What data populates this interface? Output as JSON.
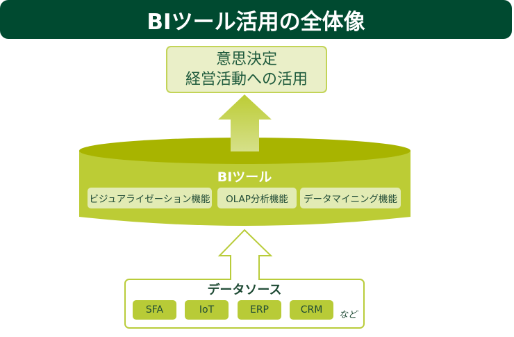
{
  "header": {
    "title": "BIツール活用の全体像"
  },
  "goal": {
    "lines": [
      "意思決定",
      "経営活動への活用"
    ]
  },
  "bi_tool": {
    "label": "BIツール",
    "features": [
      "ビジュアライゼーション機能",
      "OLAP分析機能",
      "データマイニング機能"
    ]
  },
  "data_source": {
    "title": "データソース",
    "items": [
      "SFA",
      "IoT",
      "ERP",
      "CRM"
    ],
    "etc_label": "など"
  },
  "colors": {
    "header_bg": "#004a30",
    "cylinder_top": "#a8b400",
    "cylinder_body": "#bccc35",
    "chip_light": "#e2ebb4",
    "chip_green": "#b8cb37",
    "text_dark": "#1e5a3c"
  }
}
